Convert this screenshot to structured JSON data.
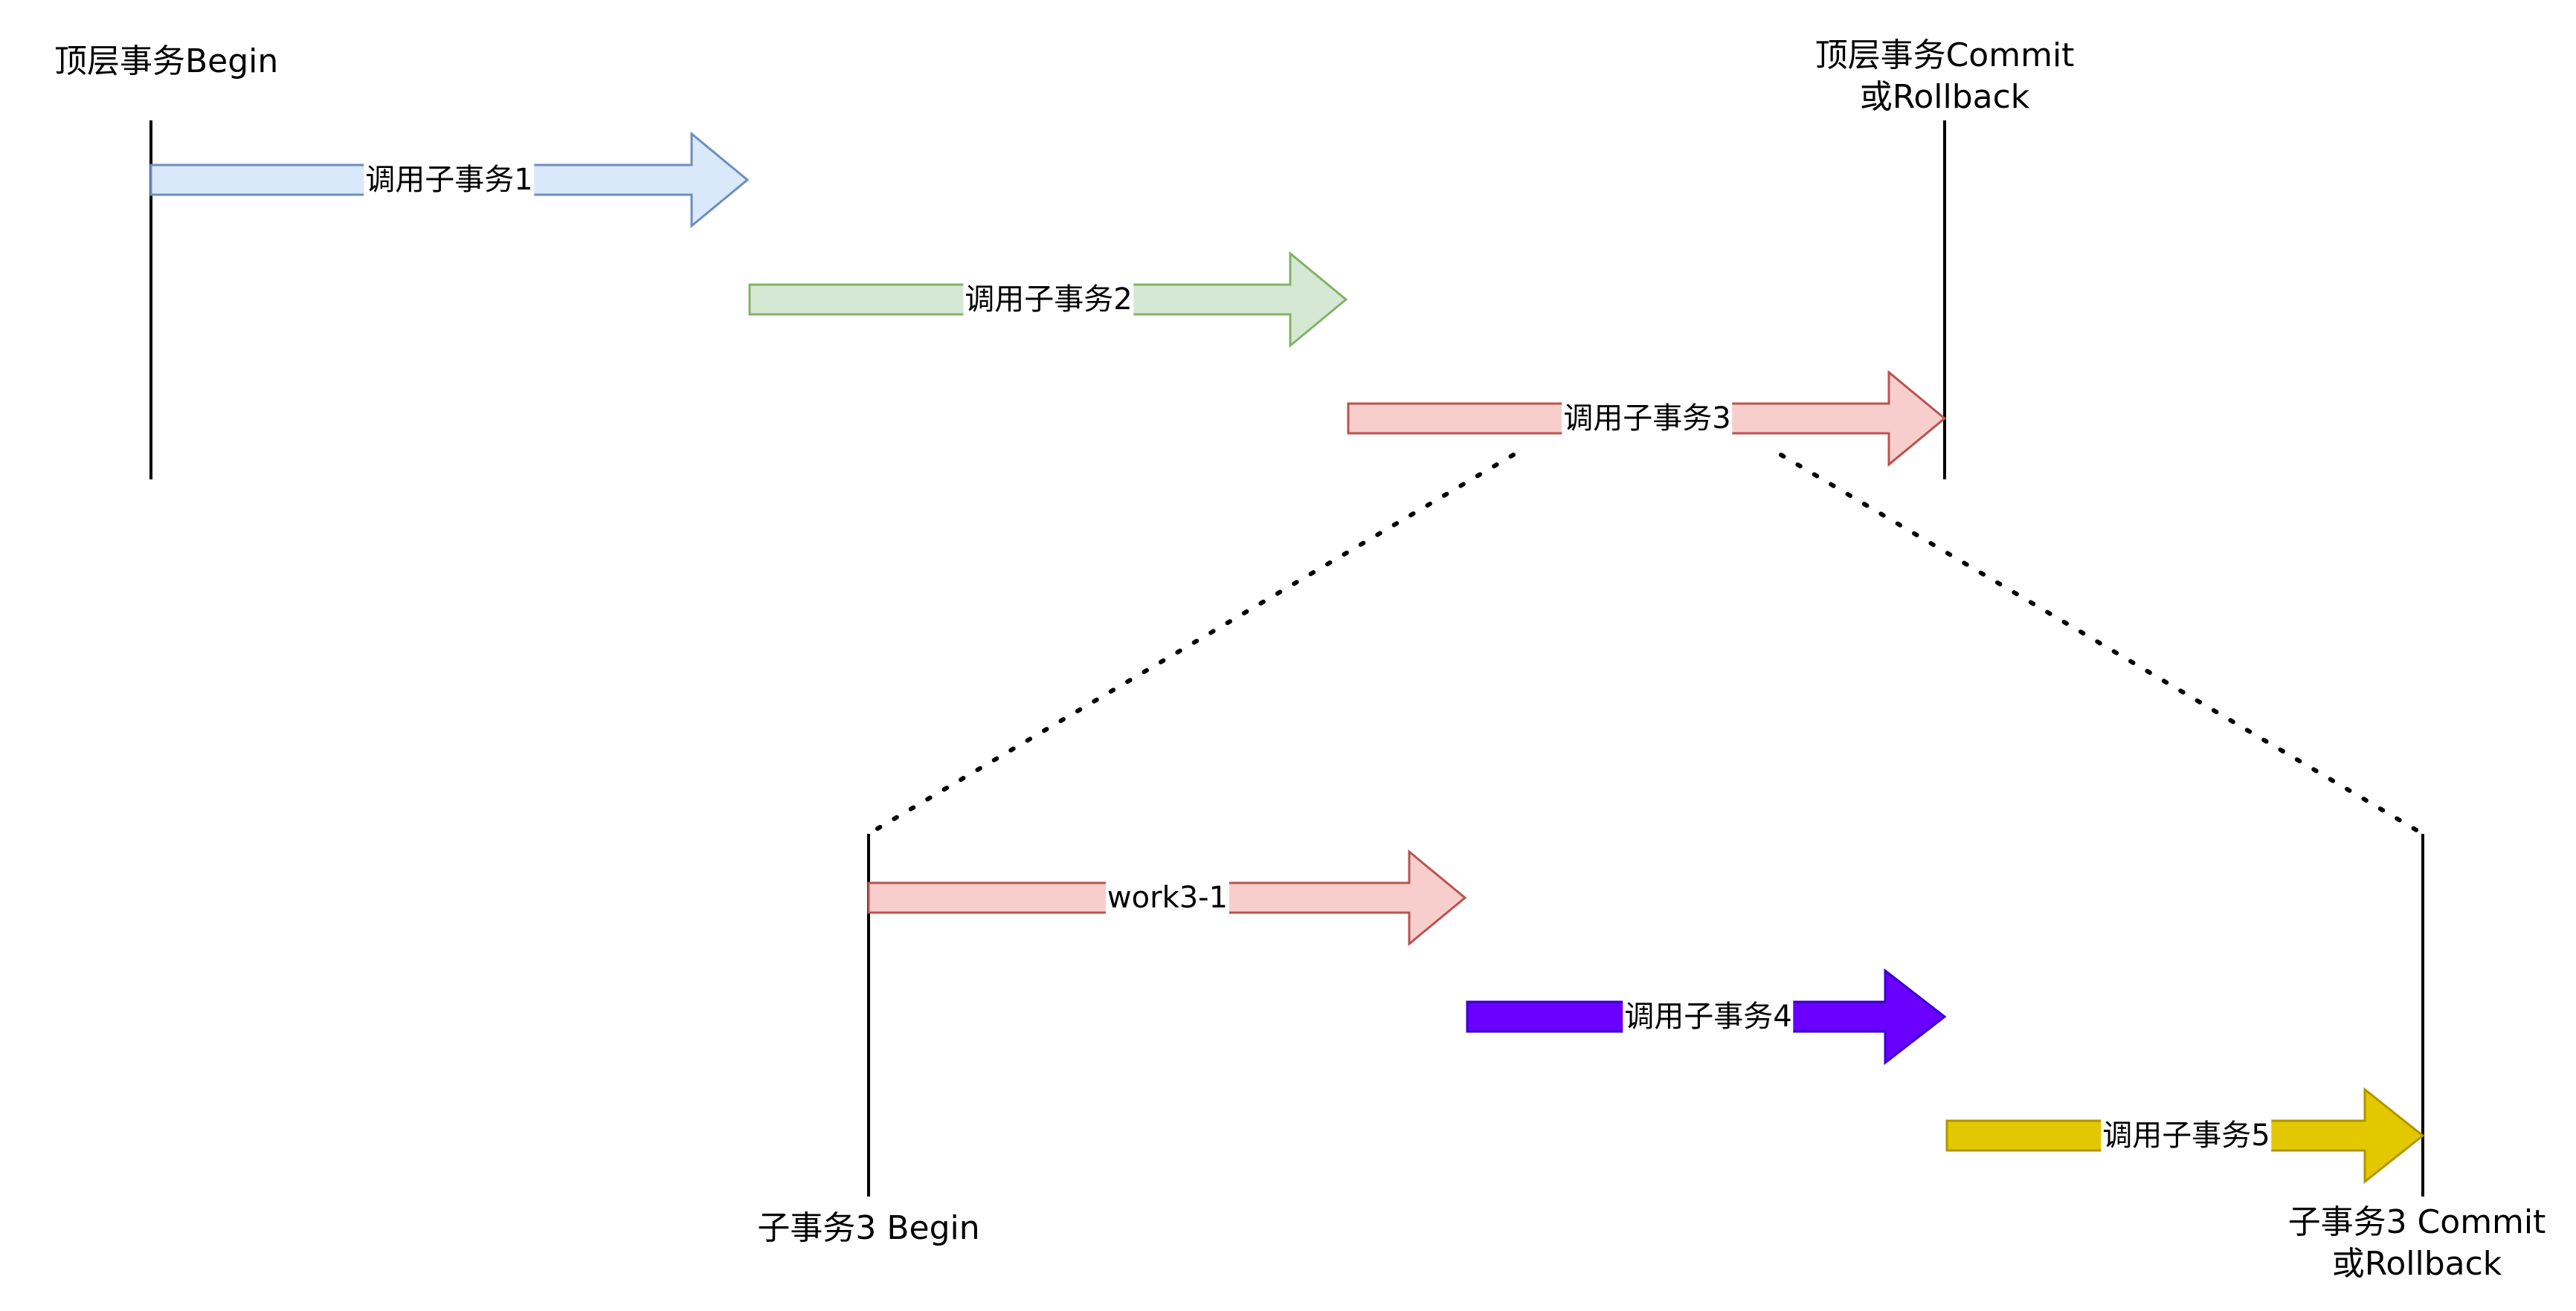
{
  "top": {
    "begin_label": "顶层事务Begin",
    "commit_label_line1": "顶层事务Commit",
    "commit_label_line2": "或Rollback"
  },
  "sub": {
    "begin_label": "子事务3 Begin",
    "commit_label_line1": "子事务3 Commit",
    "commit_label_line2": "或Rollback"
  },
  "arrows": [
    {
      "id": "call-sub1",
      "label": "调用子事务1",
      "fill": "#dae8fc",
      "stroke": "#6c8ebf"
    },
    {
      "id": "call-sub2",
      "label": "调用子事务2",
      "fill": "#d5e8d4",
      "stroke": "#82b366"
    },
    {
      "id": "call-sub3",
      "label": "调用子事务3",
      "fill": "#f8cecc",
      "stroke": "#b85450"
    },
    {
      "id": "work3-1",
      "label": "work3-1",
      "fill": "#f8cecc",
      "stroke": "#b85450"
    },
    {
      "id": "call-sub4",
      "label": "调用子事务4",
      "fill": "#6a00ff",
      "stroke": "#3700cc"
    },
    {
      "id": "call-sub5",
      "label": "调用子事务5",
      "fill": "#e3c800",
      "stroke": "#b09500"
    }
  ]
}
